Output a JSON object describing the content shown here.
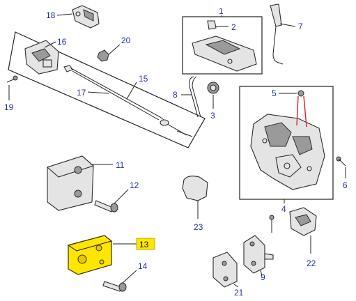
{
  "diagram": {
    "callouts": {
      "c1": "1",
      "c2": "2",
      "c3": "3",
      "c4": "4",
      "c5": "5",
      "c6": "6",
      "c7": "7",
      "c8": "8",
      "c9": "9",
      "c11": "11",
      "c12": "12",
      "c13": "13",
      "c14": "14",
      "c15": "15",
      "c16": "16",
      "c17": "17",
      "c18": "18",
      "c19": "19",
      "c20": "20",
      "c21": "21",
      "c22": "22",
      "c23": "23"
    },
    "highlighted_callout": "13",
    "colors": {
      "callout_text": "#1f2fa8",
      "highlight": "#ffe600",
      "wire": "#e02020",
      "line": "#222222"
    }
  }
}
